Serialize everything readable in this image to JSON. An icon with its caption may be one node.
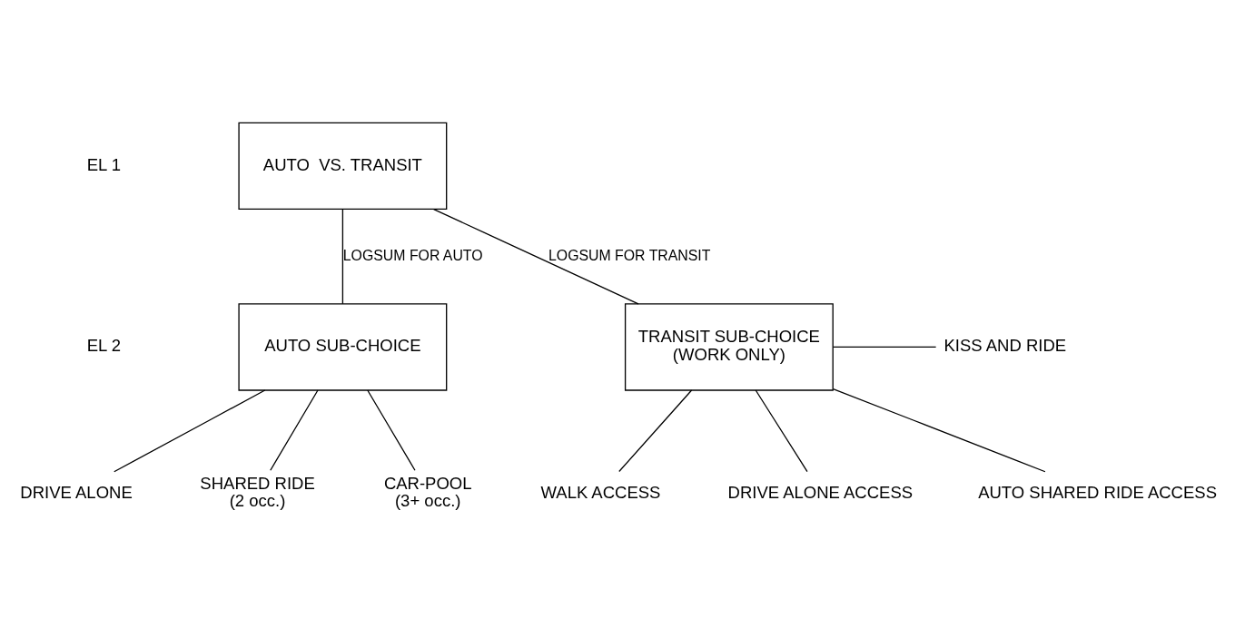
{
  "diagram": {
    "nodes": [
      {
        "text": [
          "AUTO  VS. TRANSIT"
        ]
      },
      {
        "text": [
          "AUTO SUB-CHOICE"
        ]
      },
      {
        "text": [
          "TRANSIT SUB-CHOICE",
          "(WORK ONLY)"
        ]
      },
      {
        "text": [
          "DRIVE ALONE"
        ]
      },
      {
        "text": [
          "SHARED RIDE",
          "(2 occ.)"
        ]
      },
      {
        "text": [
          "CAR-POOL",
          "(3+ occ.)"
        ]
      },
      {
        "text": [
          "WALK ACCESS"
        ]
      },
      {
        "text": [
          "DRIVE ALONE ACCESS"
        ]
      },
      {
        "text": [
          "AUTO SHARED RIDE ACCESS"
        ]
      },
      {
        "text": [
          "KISS AND RIDE"
        ]
      }
    ],
    "edges": [
      {
        "from": 0,
        "to": 1,
        "arrow": "none",
        "label": "LOGSUM FOR AUTO"
      },
      {
        "from": 0,
        "to": 2,
        "arrow": "none",
        "label": "LOGSUM FOR TRANSIT"
      },
      {
        "from": 1,
        "to": 3,
        "arrow": "none"
      },
      {
        "from": 1,
        "to": 4,
        "arrow": "none"
      },
      {
        "from": 1,
        "to": 5,
        "arrow": "none"
      },
      {
        "from": 2,
        "to": 6,
        "arrow": "none"
      },
      {
        "from": 2,
        "to": 7,
        "arrow": "none"
      },
      {
        "from": 2,
        "to": 8,
        "arrow": "none"
      },
      {
        "from": 2,
        "to": 9,
        "arrow": "none"
      }
    ],
    "labels": [
      "EL 1",
      "EL 2"
    ]
  }
}
